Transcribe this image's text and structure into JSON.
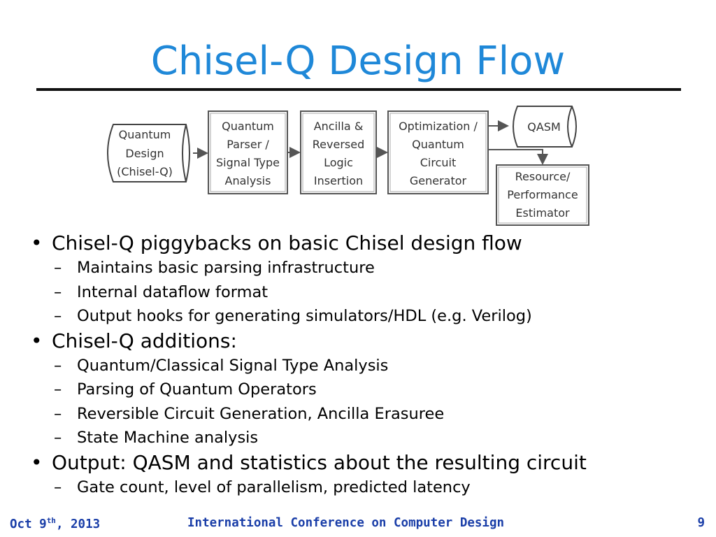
{
  "slide": {
    "title": "Chisel-Q Design Flow"
  },
  "flow": {
    "quantum_design": [
      "Quantum",
      "Design",
      "(Chisel-Q)"
    ],
    "parser": [
      "Quantum",
      "Parser /",
      "Signal Type",
      "Analysis"
    ],
    "ancilla": [
      "Ancilla &",
      "Reversed",
      "Logic",
      "Insertion"
    ],
    "optimization": [
      "Optimization /",
      "Quantum",
      "Circuit",
      "Generator"
    ],
    "qasm": "QASM",
    "estimator": [
      "Resource/",
      "Performance",
      "Estimator"
    ]
  },
  "bullets": [
    {
      "text": "Chisel-Q piggybacks on basic Chisel design flow",
      "sub": [
        "Maintains basic parsing infrastructure",
        "Internal dataflow format",
        "Output hooks for generating simulators/HDL (e.g. Verilog)"
      ]
    },
    {
      "text": "Chisel-Q additions:",
      "sub": [
        "Quantum/Classical Signal Type Analysis",
        "Parsing of Quantum Operators",
        "Reversible Circuit Generation, Ancilla Erasuree",
        "State Machine analysis"
      ]
    },
    {
      "text": "Output: QASM and statistics about the resulting circuit",
      "sub": [
        "Gate count, level of parallelism, predicted latency"
      ]
    }
  ],
  "markers": {
    "bullet": "•",
    "dash": "–"
  },
  "footer": {
    "date_main": "Oct 9",
    "date_sup": "th",
    "date_year": ", 2013",
    "conference": "International Conference on Computer Design",
    "page": "9"
  }
}
